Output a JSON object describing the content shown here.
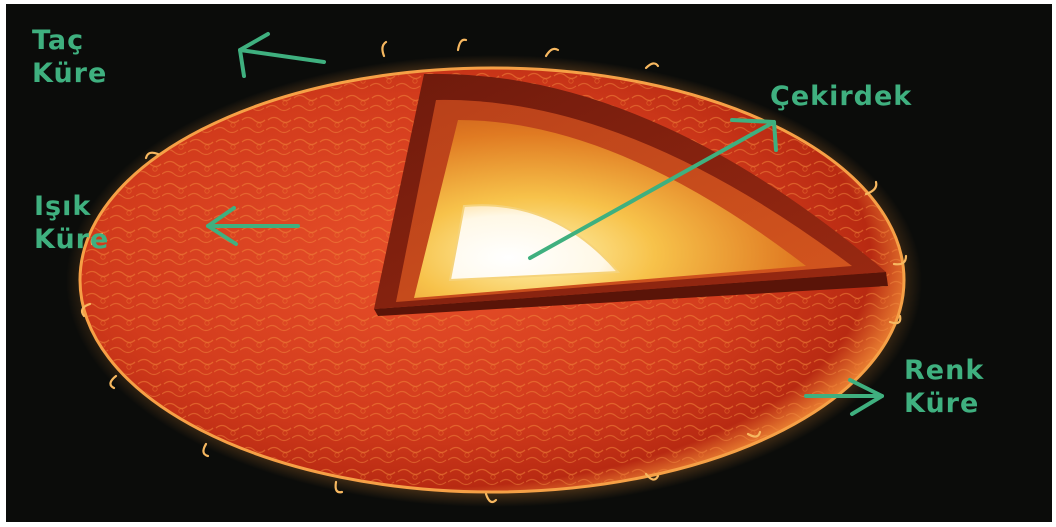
{
  "diagram": {
    "label_color": "#3fb07f",
    "labels": {
      "corona": {
        "line1": "Taç",
        "line2": "Küre"
      },
      "photosphere": {
        "line1": "Işık",
        "line2": "Küre"
      },
      "core": {
        "line1": "Çekirdek"
      },
      "chromosphere": {
        "line1": "Renk",
        "line2": "Küre"
      }
    }
  }
}
